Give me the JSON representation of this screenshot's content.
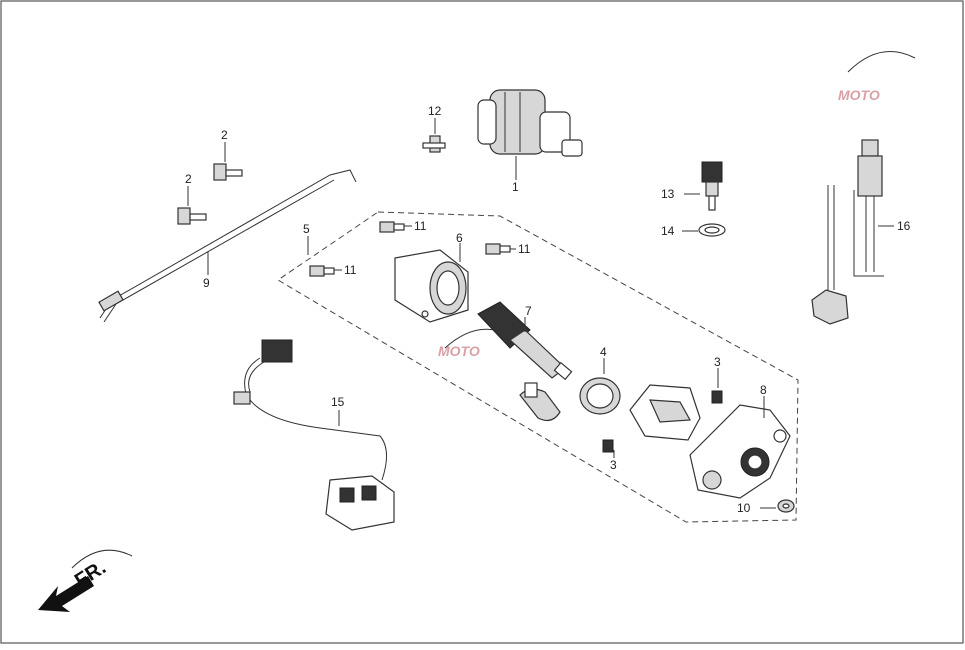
{
  "labels": {
    "p1": "1",
    "p2a": "2",
    "p2b": "2",
    "p3a": "3",
    "p3b": "3",
    "p4": "4",
    "p5": "5",
    "p6": "6",
    "p7": "7",
    "p8": "8",
    "p9": "9",
    "p10": "10",
    "p11a": "11",
    "p11b": "11",
    "p11c": "11",
    "p12": "12",
    "p13": "13",
    "p14": "14",
    "p15": "15",
    "p16": "16"
  },
  "direction": {
    "text": "FR."
  },
  "watermark": {
    "text": "MOTO"
  },
  "colors": {
    "line": "#333333",
    "part_fill": "#d7d7d7",
    "frame": "#555555",
    "watermark": "#d9a0a6"
  },
  "icons": {
    "direction": "arrow-down-left-icon"
  }
}
